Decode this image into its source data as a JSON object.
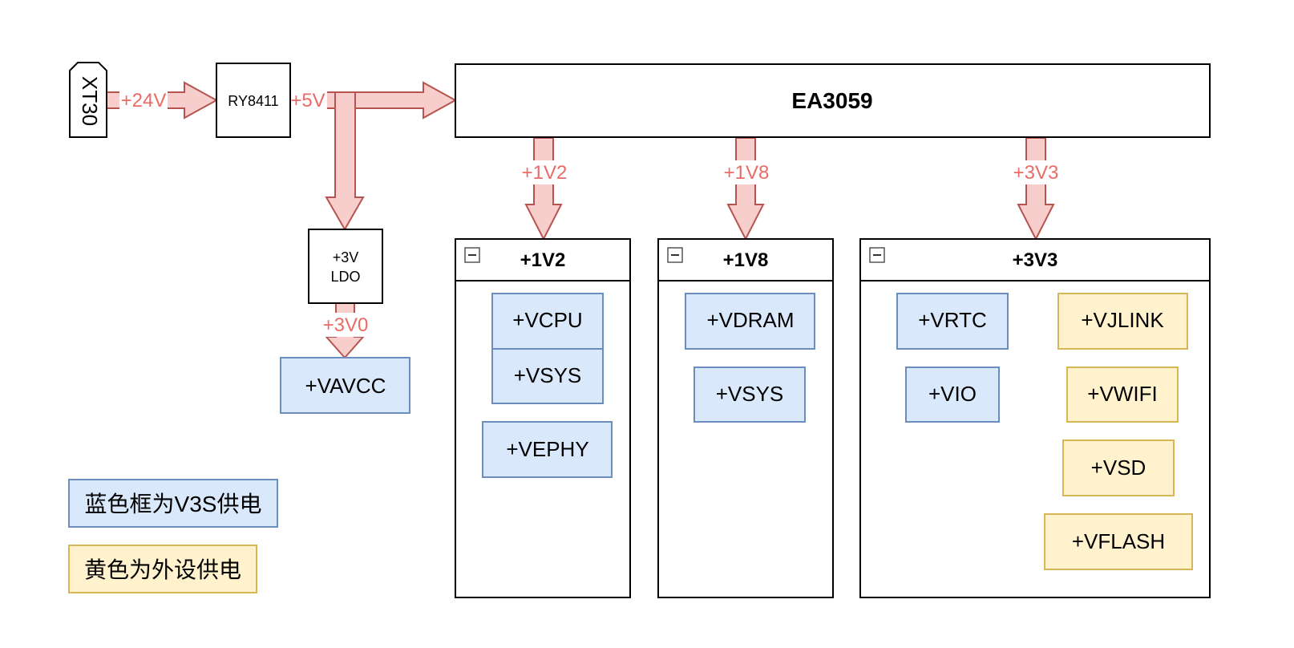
{
  "colors": {
    "arrow_fill": "#f8cecc",
    "arrow_stroke": "#b85450",
    "edge_label": "#ea6b66",
    "v3s_fill": "#dae8fc",
    "v3s_stroke": "#6c8ebf",
    "peripheral_fill": "#fff2cc",
    "peripheral_stroke": "#d6b656"
  },
  "nodes": {
    "connector": "XT30",
    "buck": "RY8411",
    "pmic": "EA3059",
    "ldo_line1": "+3V",
    "ldo_line2": "LDO",
    "vavcc": "+VAVCC"
  },
  "edges": {
    "v24": "+24V",
    "v5": "+5V",
    "v1v2": "+1V2",
    "v1v8": "+1V8",
    "v3v3": "+3V3",
    "v3v0": "+3V0"
  },
  "groups": {
    "g1v2": {
      "title": "+1V2",
      "items": [
        "+VCPU",
        "+VSYS",
        "+VEPHY"
      ]
    },
    "g1v8": {
      "title": "+1V8",
      "items": [
        "+VDRAM",
        "+VSYS"
      ]
    },
    "g3v3": {
      "title": "+3V3",
      "v3s_items": [
        "+VRTC",
        "+VIO"
      ],
      "peripheral_items": [
        "+VJLINK",
        "+VWIFI",
        "+VSD",
        "+VFLASH"
      ]
    }
  },
  "legend": {
    "blue": "蓝色框为V3S供电",
    "yellow": "黄色为外设供电"
  }
}
